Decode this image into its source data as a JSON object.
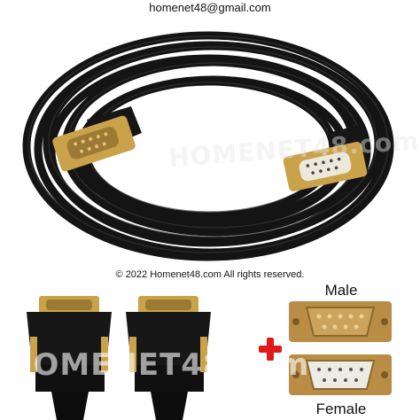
{
  "header": {
    "email": "homenet48@gmail.com"
  },
  "watermark": {
    "top_text": "HOMENET48.com",
    "bottom_text": "HOMENET48.com"
  },
  "footer": {
    "copyright": "© 2022 Homenet48.com All rights reserved."
  },
  "labels": {
    "male": "Male",
    "female": "Female"
  },
  "colors": {
    "cable": "#111111",
    "gold": "#c9a24a",
    "metal": "#b98d45",
    "accent_plus": "#e01a1a"
  },
  "icons": [
    "plus-icon"
  ]
}
